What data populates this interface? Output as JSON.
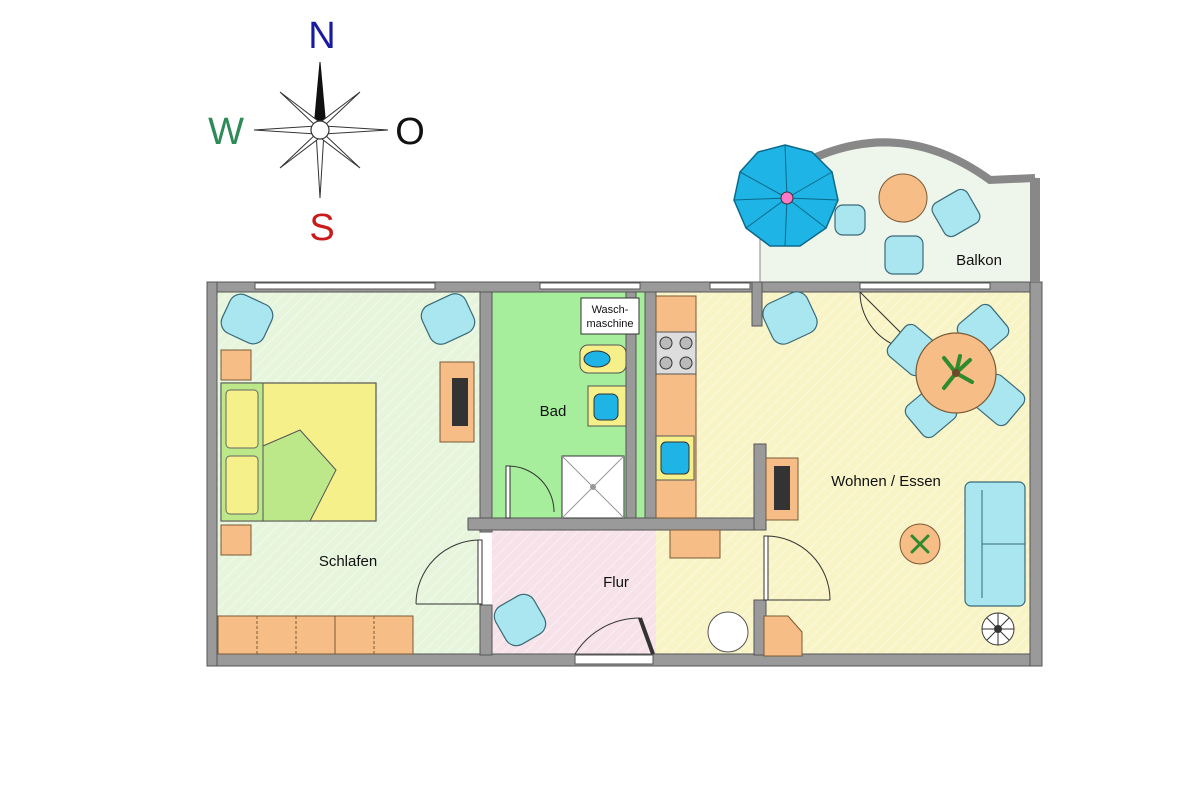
{
  "compass": {
    "north": "N",
    "west": "W",
    "east": "O",
    "south": "S",
    "colors": {
      "north": "#1a1aa0",
      "west": "#2e8b57",
      "east": "#111111",
      "south": "#cc1a1a"
    }
  },
  "rooms": {
    "schlafen": "Schlafen",
    "bad": "Bad",
    "flur": "Flur",
    "wohnen": "Wohnen / Essen",
    "balkon": "Balkon"
  },
  "appliances": {
    "washer_line1": "Wasch-",
    "washer_line2": "maschine"
  },
  "colors": {
    "schlafen_floor": "#e6f5dc",
    "bad_floor": "#a6ee9c",
    "flur_floor": "#f6e2e8",
    "wohnen_floor": "#f8f4c6",
    "balkon_floor": "#eef5ea",
    "wall": "#9a9a9a",
    "chair": "#a9e6f0",
    "furniture": "#f6bd86",
    "parasol": "#1eb4e6"
  }
}
